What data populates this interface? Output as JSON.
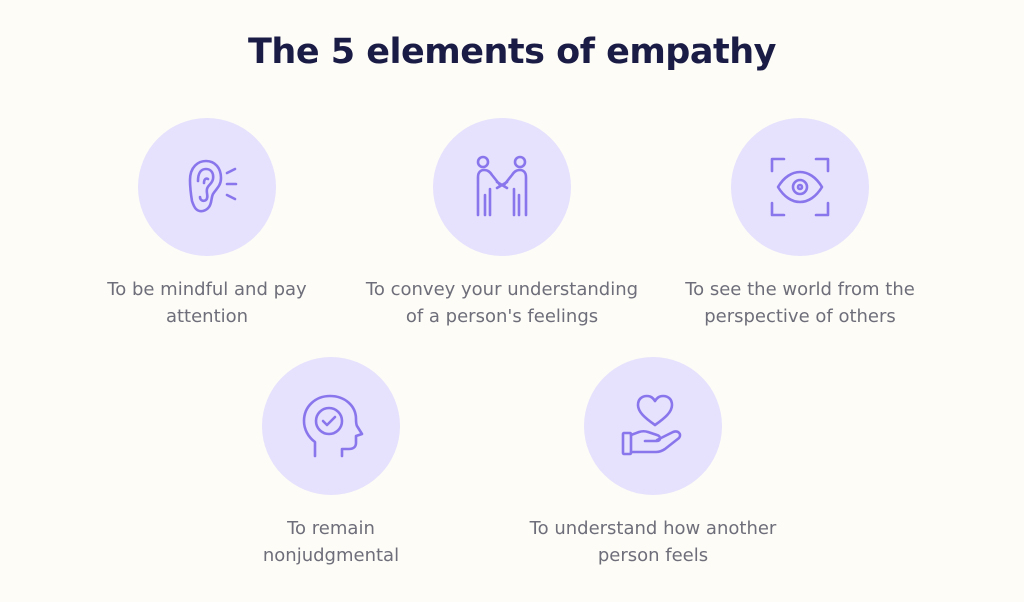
{
  "title": "The 5 elements of empathy",
  "colors": {
    "background": "#fdfcf7",
    "title": "#1b1c46",
    "circle": "#e6e1fd",
    "icon": "#8a76ec",
    "text": "#6e6e7a"
  },
  "elements": [
    {
      "icon": "ear-icon",
      "line1": "To be mindful and pay",
      "line2": "attention"
    },
    {
      "icon": "handshake-icon",
      "line1": "To convey your understanding",
      "line2": "of a person's feelings"
    },
    {
      "icon": "eye-icon",
      "line1": "To see the world from the",
      "line2": "perspective of others"
    },
    {
      "icon": "head-check-icon",
      "line1": "To remain",
      "line2": "nonjudgmental"
    },
    {
      "icon": "heart-hand-icon",
      "line1": "To understand how another",
      "line2": "person feels"
    }
  ]
}
